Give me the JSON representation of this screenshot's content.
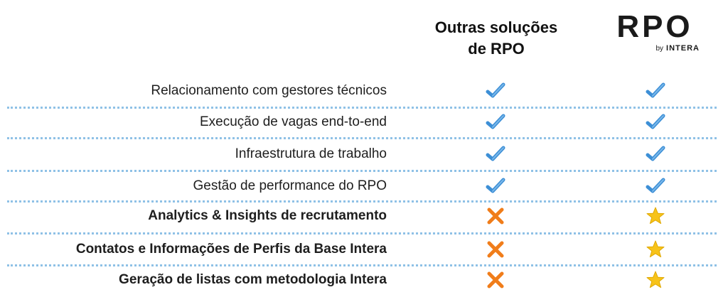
{
  "header": {
    "col1_line1": "Outras soluções",
    "col1_line2": "de RPO",
    "logo_main": "RPO",
    "logo_by": "by",
    "logo_brand": "INTERA"
  },
  "colors": {
    "check": "#3d8fd6",
    "cross": "#f07d1a",
    "star": "#f7c31a",
    "separator": "#8fc1e6"
  },
  "rows": [
    {
      "label": "Relacionamento com gestores técnicos",
      "bold": false,
      "col1": "check-icon",
      "col2": "check-icon"
    },
    {
      "label": "Execução de vagas end-to-end",
      "bold": false,
      "col1": "check-icon",
      "col2": "check-icon"
    },
    {
      "label": "Infraestrutura de trabalho",
      "bold": false,
      "col1": "check-icon",
      "col2": "check-icon"
    },
    {
      "label": "Gestão de performance do RPO",
      "bold": false,
      "col1": "check-icon",
      "col2": "check-icon"
    },
    {
      "label": "Analytics & Insights de recrutamento",
      "bold": true,
      "col1": "cross-icon",
      "col2": "star-icon"
    },
    {
      "label": "Contatos e Informações de Perfis da Base Intera",
      "bold": true,
      "col1": "cross-icon",
      "col2": "star-icon"
    },
    {
      "label": "Geração de listas com metodologia Intera",
      "bold": true,
      "col1": "cross-icon",
      "col2": "star-icon"
    }
  ]
}
